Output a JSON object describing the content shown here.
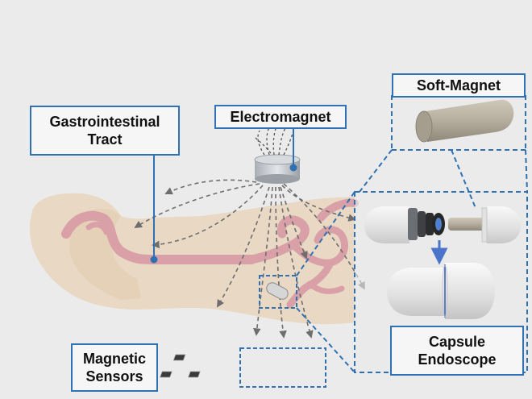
{
  "labels": {
    "gastrointestinal": {
      "line1": "Gastrointestinal",
      "line2": "Tract"
    },
    "electromagnet": "Electromagnet",
    "soft_magnet": "Soft-Magnet",
    "capsule": {
      "line1": "Capsule",
      "line2": "Endoscope"
    },
    "sensors": {
      "line1": "Magnetic",
      "line2": "Sensors"
    }
  },
  "colors": {
    "accent_blue": "#2f71b2",
    "body_silhouette": "#e9d8c3",
    "gi_tract": "#d9a0a7",
    "field_lines": "#6e6e6e",
    "background": "#ebebeb"
  },
  "icons": [
    "electromagnet-icon",
    "capsule-icon",
    "soft-magnet-icon",
    "sensor-chip-icon"
  ]
}
